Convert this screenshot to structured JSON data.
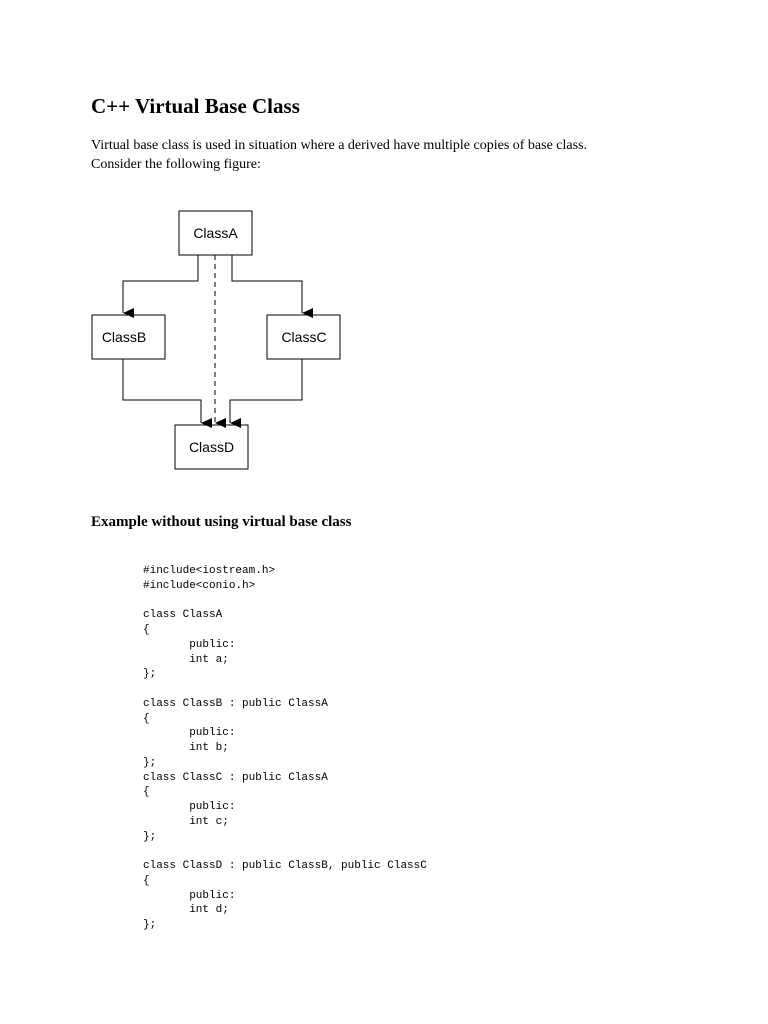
{
  "document": {
    "title": "C++ Virtual Base Class",
    "intro_lines": [
      "Virtual base class is used in situation where a derived have multiple copies of base class.",
      "Consider the following figure:"
    ],
    "section_heading": "Example without using virtual base class"
  },
  "figure": {
    "nodes": {
      "a": "ClassA",
      "b": "ClassB",
      "c": "ClassC",
      "d": "ClassD"
    }
  },
  "code_lines": [
    "#include<iostream.h>",
    "#include<conio.h>",
    "",
    "class ClassA",
    "{",
    "       public:",
    "       int a;",
    "};",
    "",
    "class ClassB : public ClassA",
    "{",
    "       public:",
    "       int b;",
    "};",
    "class ClassC : public ClassA",
    "{",
    "       public:",
    "       int c;",
    "};",
    "",
    "class ClassD : public ClassB, public ClassC",
    "{",
    "       public:",
    "       int d;",
    "};"
  ]
}
